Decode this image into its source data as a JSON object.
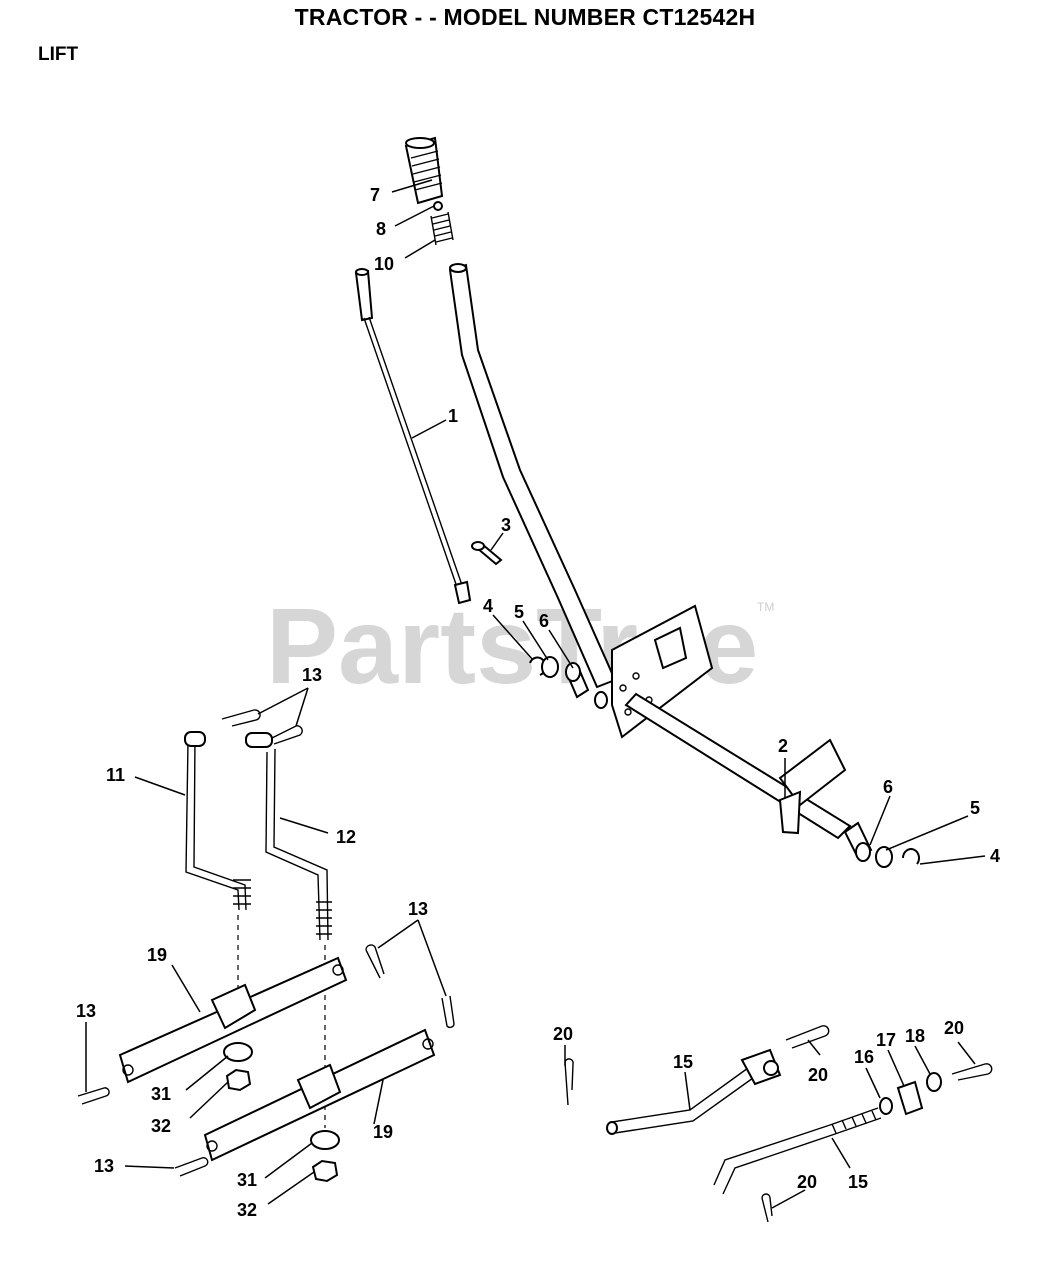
{
  "header": {
    "title": "TRACTOR - - MODEL NUMBER CT12542H",
    "section": "LIFT"
  },
  "watermark": {
    "text": "PartsTree",
    "trademark": "TM"
  },
  "callouts": {
    "c1": "1",
    "c2": "2",
    "c3": "3",
    "c4a": "4",
    "c4b": "4",
    "c5a": "5",
    "c5b": "5",
    "c6a": "6",
    "c6b": "6",
    "c7": "7",
    "c8": "8",
    "c10": "10",
    "c11": "11",
    "c12": "12",
    "c13a": "13",
    "c13b": "13",
    "c13c": "13",
    "c13d": "13",
    "c15a": "15",
    "c15b": "15",
    "c16": "16",
    "c17": "17",
    "c18": "18",
    "c19a": "19",
    "c19b": "19",
    "c20a": "20",
    "c20b": "20",
    "c20c": "20",
    "c20d": "20",
    "c31a": "31",
    "c31b": "31",
    "c32a": "32",
    "c32b": "32"
  },
  "colors": {
    "ink": "#000000",
    "background": "#ffffff",
    "watermark": "#d6d6d6"
  }
}
